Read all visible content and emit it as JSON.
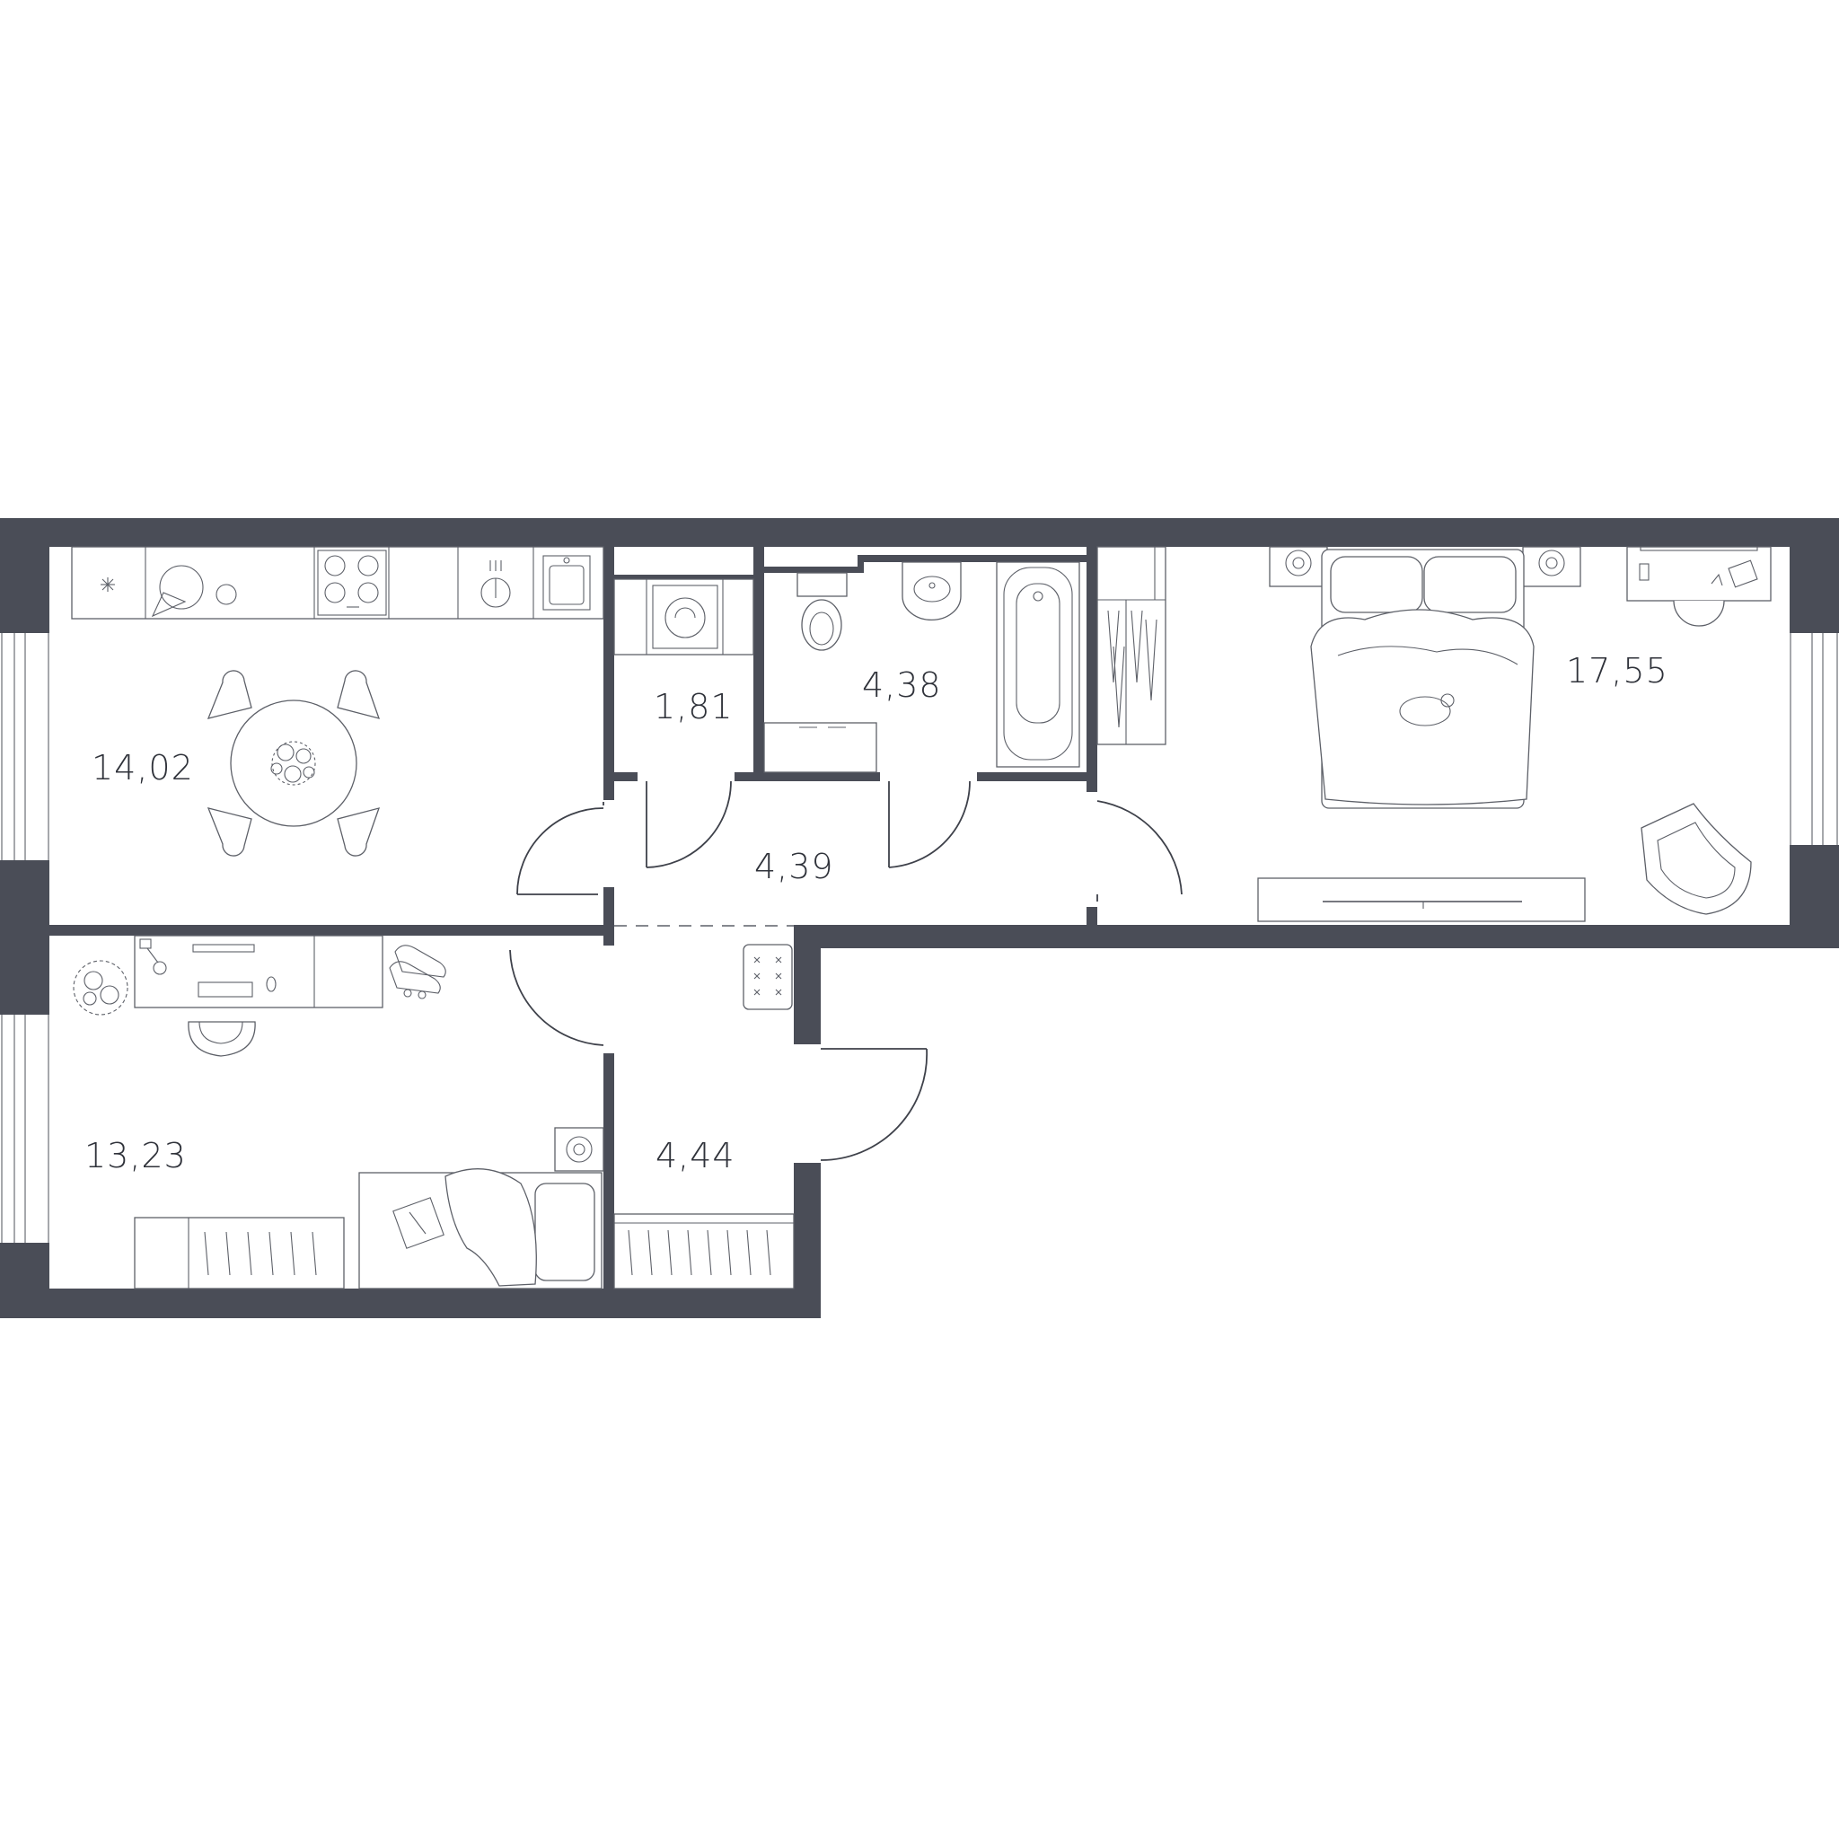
{
  "floorplan": {
    "rooms": [
      {
        "id": "kitchen",
        "area": "14,02"
      },
      {
        "id": "laundry",
        "area": "1,81"
      },
      {
        "id": "bathroom",
        "area": "4,38"
      },
      {
        "id": "bedroom",
        "area": "17,55"
      },
      {
        "id": "corridor",
        "area": "4,39"
      },
      {
        "id": "study",
        "area": "13,23"
      },
      {
        "id": "hall",
        "area": "4,44"
      }
    ]
  },
  "colors": {
    "wall": "#4a4d57",
    "background": "#ffffff"
  }
}
